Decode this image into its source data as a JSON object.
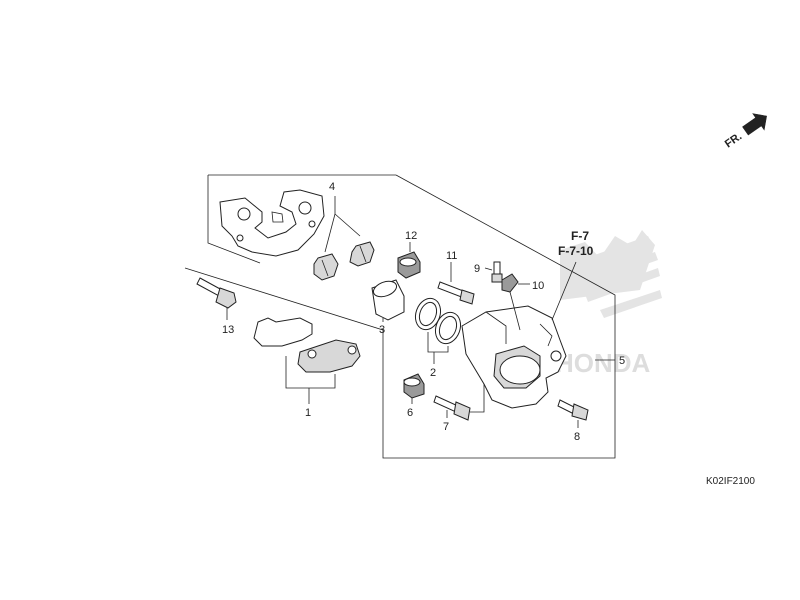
{
  "callouts": {
    "p1": "1",
    "p2": "2",
    "p3": "3",
    "p4": "4",
    "p5": "5",
    "p6": "6",
    "p7": "7",
    "p8": "8",
    "p9": "9",
    "p10": "10",
    "p11": "11",
    "p12": "12",
    "p13": "13"
  },
  "references": {
    "ref1": "F-7",
    "ref2": "F-7-10"
  },
  "direction": {
    "label": "FR."
  },
  "diagram_code": "K02IF2100",
  "watermark_text": "HONDA"
}
